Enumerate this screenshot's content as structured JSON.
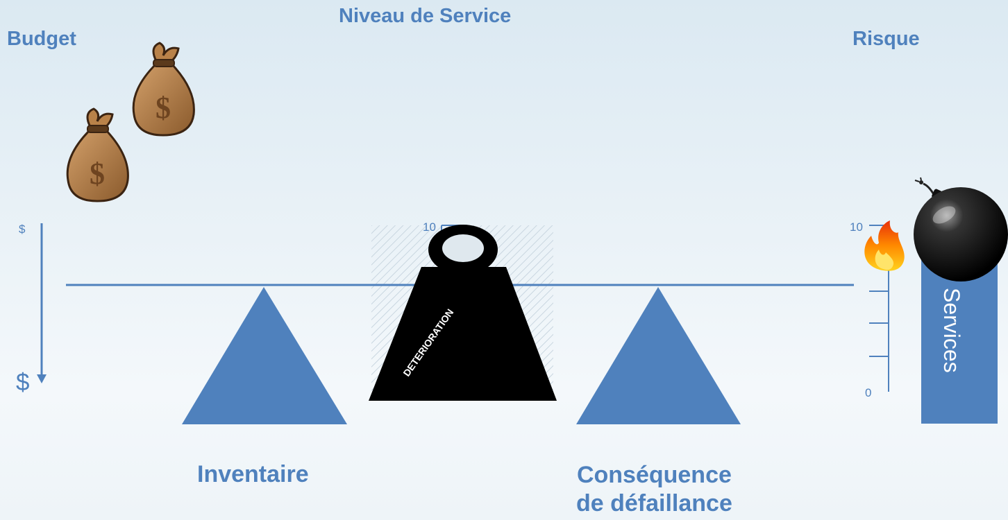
{
  "titles": {
    "budget": "Budget",
    "niveau": "Niveau de Service",
    "risque": "Risque"
  },
  "supports": {
    "left": "Inventaire",
    "right_line1": "Conséquence",
    "right_line2": "de défaillance"
  },
  "weight_label": "DETERIORATION",
  "budget_axis": {
    "top": "$",
    "bottom": "$"
  },
  "center_scale": {
    "max": "10"
  },
  "risk_scale": {
    "max": "10",
    "min": "0"
  },
  "services_label": "Services",
  "colors": {
    "accent": "#4f81bd",
    "weight": "#000000",
    "bag": "#a5713f"
  },
  "icons": [
    "money-bag-icon",
    "money-bag-icon",
    "bomb-icon",
    "fire-icon",
    "kettlebell-weight-icon"
  ]
}
